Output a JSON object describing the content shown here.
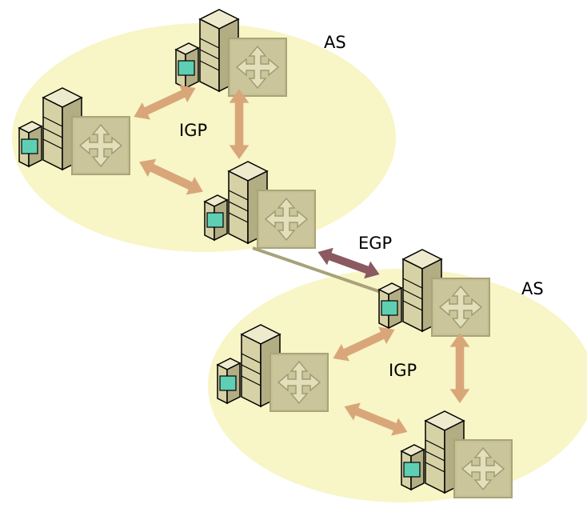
{
  "labels": {
    "as_top": "AS",
    "as_bottom": "AS",
    "igp_top": "IGP",
    "igp_bottom": "IGP",
    "egp": "EGP"
  },
  "colors": {
    "as_region_fill": "#f8f5c6",
    "igp_arrow": "#d9a67a",
    "egp_arrow": "#8a5a60",
    "egp_link": "#a7a278",
    "router_box_fill": "#c6c096",
    "router_box_stroke": "#a8a276",
    "server_face": "#d6d2a6",
    "server_side": "#b3ad84",
    "monitor_screen": "#5fcfb3"
  },
  "icons": [
    "router-icon",
    "server-icon",
    "monitor-icon",
    "arrow-icon"
  ]
}
